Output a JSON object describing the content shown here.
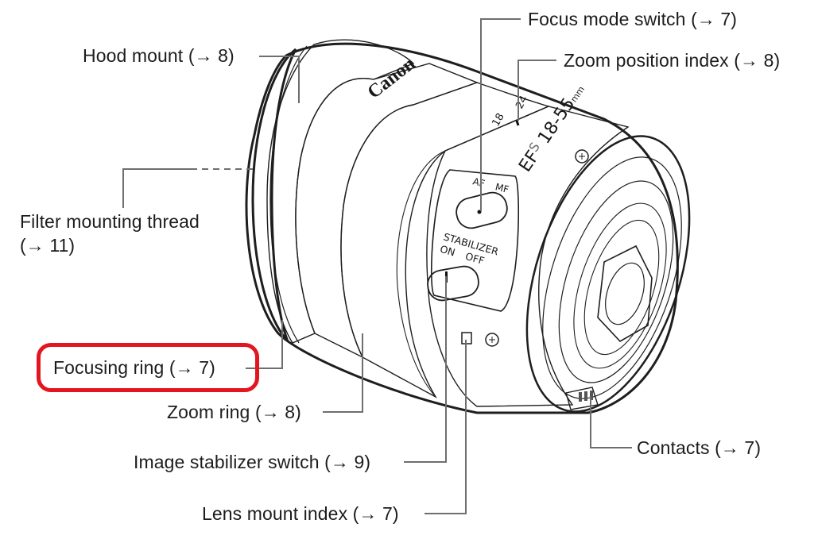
{
  "diagram": {
    "subject": "Canon EF-S 18-55mm lens",
    "highlight_color": "#e3151f",
    "leader_color": "#6e6e6e",
    "lens_body_color": "#dcdcdc"
  },
  "lens_markings": {
    "brand": "Canon",
    "model_prefix": "EF",
    "model_suffix": "S",
    "focal_range": "18-55",
    "unit": "mm",
    "zoom_scale_18": "18",
    "zoom_scale_24": "24",
    "focus_switch_af": "AF",
    "focus_switch_mf": "MF",
    "stabilizer_title": "STABILIZER",
    "stabilizer_on": "ON",
    "stabilizer_off": "OFF"
  },
  "labels": [
    {
      "id": "hood-mount",
      "text": "Hood mount",
      "ref": "(→ 8)"
    },
    {
      "id": "focus-mode-switch",
      "text": "Focus mode switch",
      "ref": "(→ 7)"
    },
    {
      "id": "zoom-position-index",
      "text": "Zoom position index",
      "ref": "(→ 8)"
    },
    {
      "id": "filter-mounting-thread",
      "text": "Filter mounting thread",
      "ref": "(→ 11)"
    },
    {
      "id": "focusing-ring",
      "text": "Focusing ring",
      "ref": "(→ 7)",
      "highlighted": true
    },
    {
      "id": "zoom-ring",
      "text": "Zoom ring",
      "ref": "(→ 8)"
    },
    {
      "id": "image-stabilizer-switch",
      "text": "Image stabilizer switch",
      "ref": "(→ 9)"
    },
    {
      "id": "lens-mount-index",
      "text": "Lens mount index",
      "ref": "(→ 7)"
    },
    {
      "id": "contacts",
      "text": "Contacts",
      "ref": "(→ 7)"
    }
  ]
}
